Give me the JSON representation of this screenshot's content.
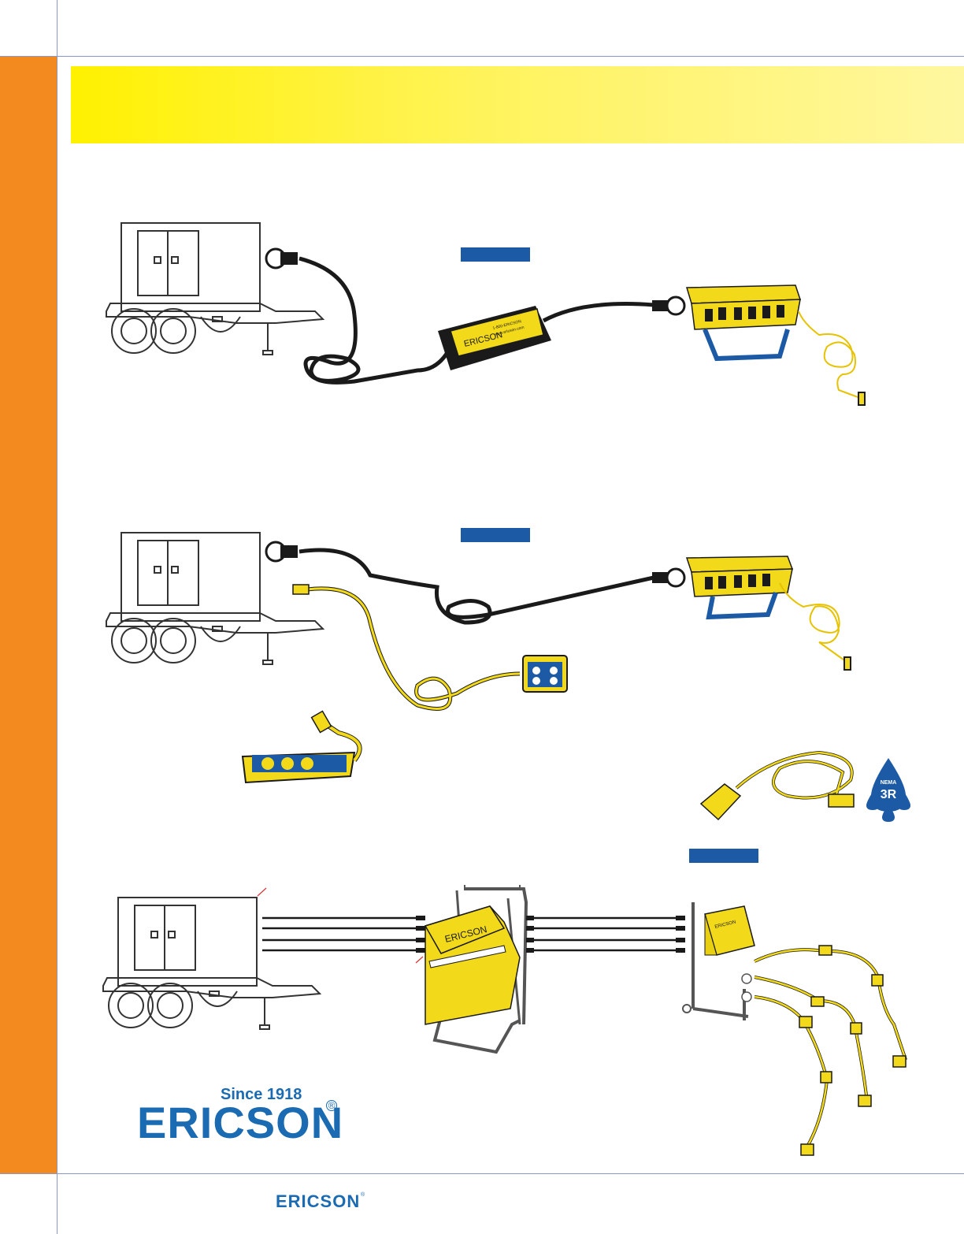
{
  "brand": {
    "since_text": "Since 1918",
    "logo_text": "ERICSON",
    "registered_mark": "®",
    "footer_logo_text": "ERICSON"
  },
  "product_labels": {
    "cord_protector_line1": "1-800-ERICSON",
    "cord_protector_line2": "www.ericson.com",
    "cord_protector_brand": "ERICSON",
    "nema_badge_top": "NEMA",
    "nema_badge_main": "3R",
    "panel_brand": "ERICSON"
  },
  "colors": {
    "orange_sidebar": "#f28a1f",
    "banner_yellow": "#fff100",
    "tag_blue": "#1d5aa6",
    "logo_blue": "#1b6bb3",
    "cord_yellow": "#f2d91a",
    "cable_black": "#1a1a1a"
  }
}
